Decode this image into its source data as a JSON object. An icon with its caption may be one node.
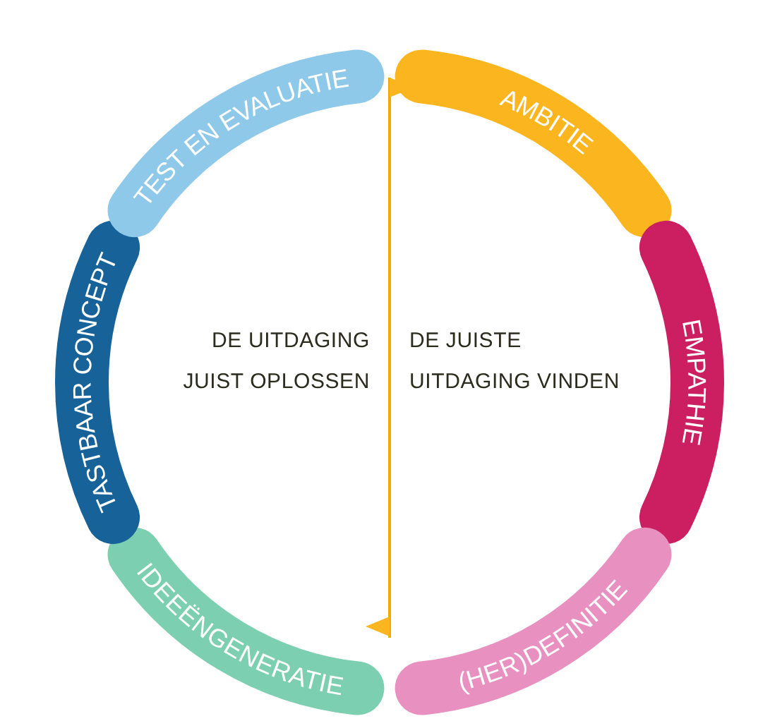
{
  "diagram": {
    "nodes": [
      {
        "text": [
          "AMBITIE"
        ]
      },
      {
        "text": [
          "EMPATHIE"
        ]
      },
      {
        "text": [
          "(HER)DEFINITIE"
        ]
      },
      {
        "text": [
          "IDEEËNGENERATIE"
        ]
      },
      {
        "text": [
          "TASTBAAR CONCEPT"
        ]
      },
      {
        "text": [
          "TEST EN EVALUATIE"
        ]
      }
    ],
    "labels": [
      "DE UITDAGING JUIST OPLOSSEN",
      "DE JUISTE UITDAGING VINDEN"
    ]
  }
}
